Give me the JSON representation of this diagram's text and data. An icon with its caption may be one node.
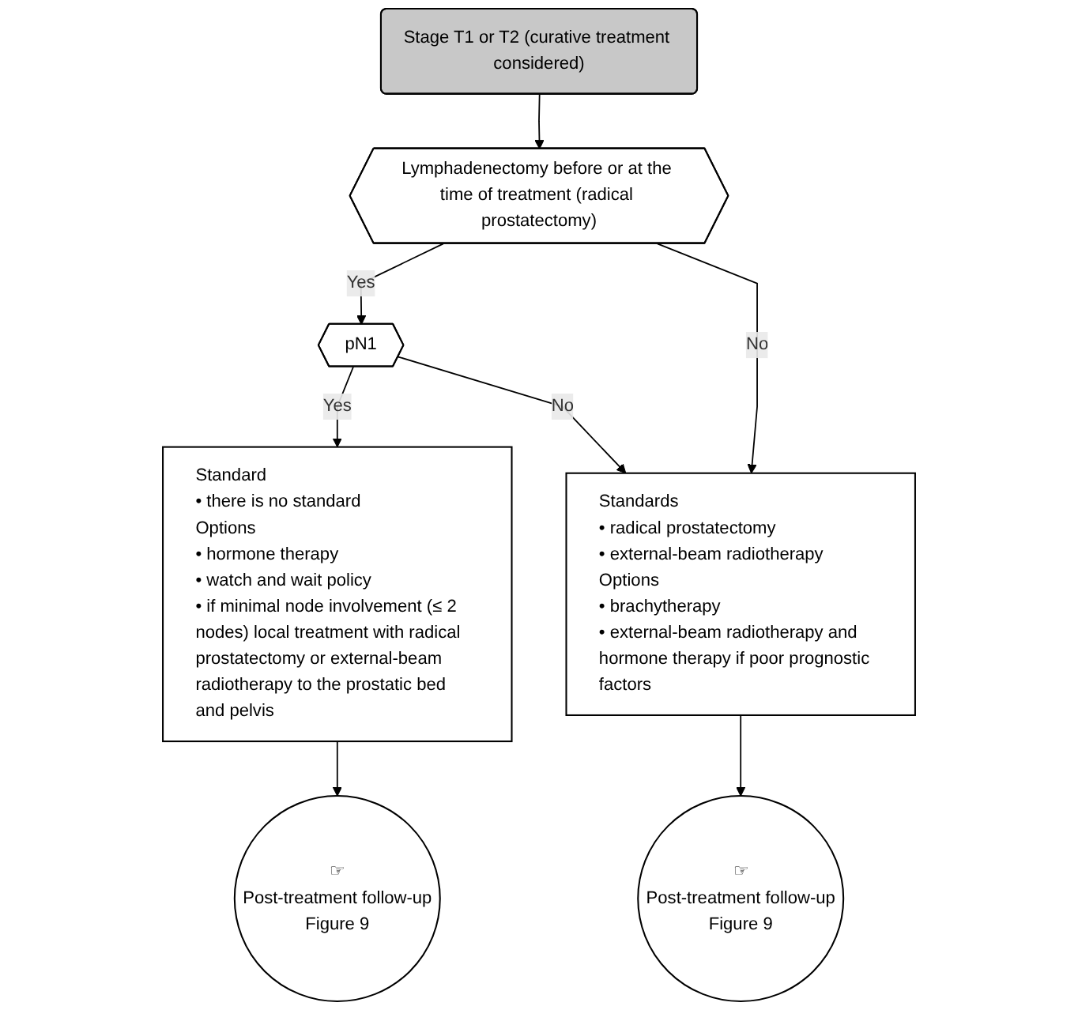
{
  "diagram": {
    "nodes": [
      {
        "text": [
          "Stage T1 or T2 (curative treatment considered)"
        ]
      },
      {
        "text": [
          "Lymphadenectomy before or at the time of treatment (radical prostatectomy)"
        ]
      },
      {
        "text": [
          "pN1"
        ]
      },
      {
        "text": [
          "Standard",
          "• there is no standard",
          "Options",
          "• hormone therapy",
          "• watch and wait policy",
          "• if minimal node involvement (≤ 2 nodes) local treatment with radical prostatectomy or external-beam radiotherapy to the prostatic bed and pelvis"
        ]
      },
      {
        "text": [
          "Standards",
          "• radical prostatectomy",
          "• external-beam radiotherapy",
          "Options",
          "• brachytherapy",
          "• external-beam radiotherapy and hormone therapy if poor prognostic factors"
        ]
      },
      {
        "text": [
          "☞",
          "Post-treatment follow-up",
          "Figure 9"
        ]
      },
      {
        "text": [
          "☞",
          "Post-treatment follow-up",
          "Figure 9"
        ]
      }
    ],
    "edges": [
      {
        "from": 0,
        "to": 1,
        "arrow": "to"
      },
      {
        "from": 1,
        "to": 2,
        "label": "Yes",
        "arrow": "to"
      },
      {
        "from": 1,
        "to": 4,
        "label": "No",
        "arrow": "to"
      },
      {
        "from": 2,
        "to": 3,
        "label": "Yes",
        "arrow": "to"
      },
      {
        "from": 2,
        "to": 4,
        "label": "No",
        "arrow": "to"
      },
      {
        "from": 3,
        "to": 5,
        "arrow": "to"
      },
      {
        "from": 4,
        "to": 6,
        "arrow": "to"
      }
    ]
  }
}
